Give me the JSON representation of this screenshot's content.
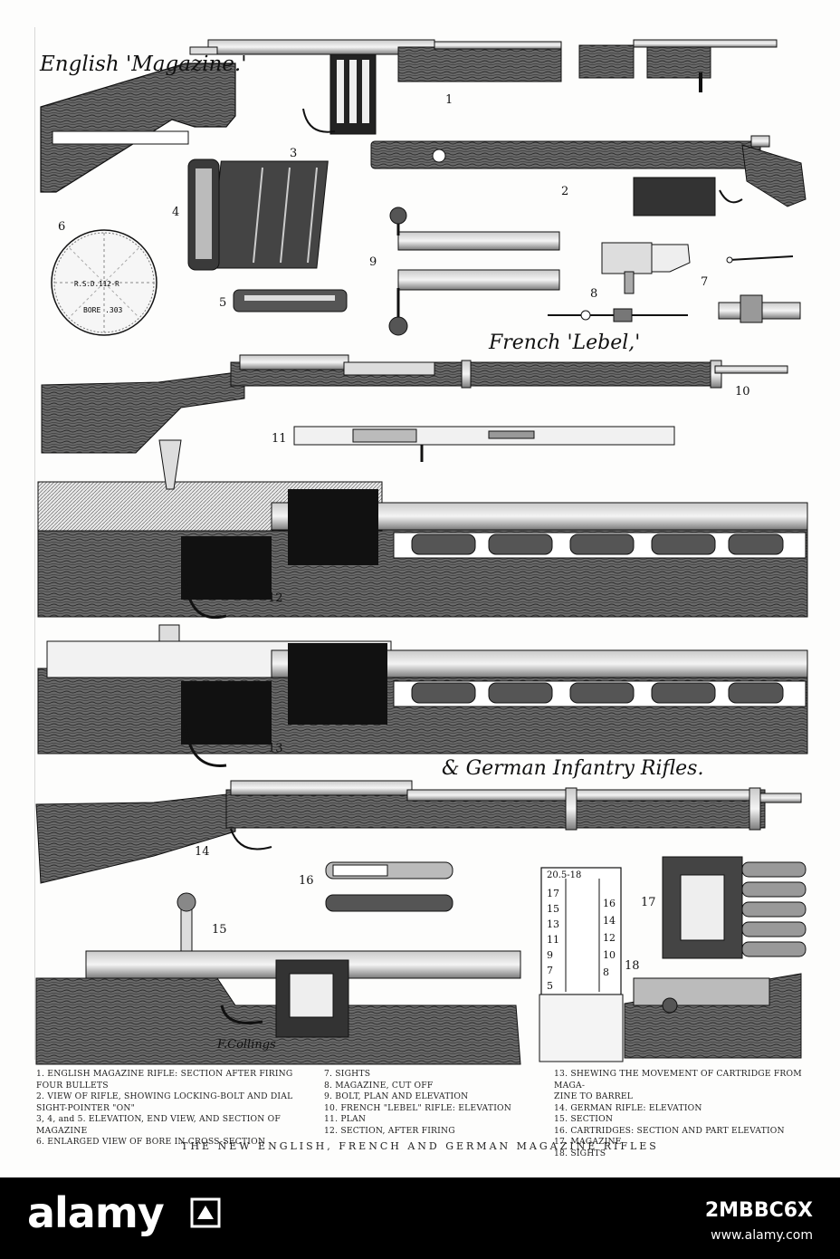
{
  "titles": {
    "english": "English 'Magazine.'",
    "french": "French 'Lebel,'",
    "german": "& German Infantry Rifles."
  },
  "figure_numbers": [
    "1",
    "2",
    "3",
    "4",
    "5",
    "6",
    "7",
    "8",
    "9",
    "10",
    "11",
    "12",
    "13",
    "14",
    "15",
    "16",
    "17",
    "18"
  ],
  "bore_labels": {
    "top": "R.S.D.112-R",
    "bottom": "BORE .303"
  },
  "sight_scale": {
    "top": "20.5-18",
    "left": [
      "17",
      "15",
      "13",
      "11",
      "9",
      "7",
      "5"
    ],
    "right": [
      "16",
      "14",
      "12",
      "10",
      "8"
    ]
  },
  "signature": "F.Collings",
  "captions": {
    "col1": [
      "1. ENGLISH MAGAZINE RIFLE: SECTION AFTER FIRING\n    FOUR BULLETS",
      "2. VIEW OF RIFLE, SHOWING LOCKING-BOLT AND DIAL\n    SIGHT-POINTER \"ON\"",
      "3, 4, and 5. ELEVATION, END VIEW, AND SECTION OF\n    MAGAZINE",
      "6. ENLARGED VIEW OF BORE IN CROSS-SECTION"
    ],
    "col2": [
      "7. SIGHTS",
      "8. MAGAZINE, CUT OFF",
      "9. BOLT, PLAN AND ELEVATION",
      "10. FRENCH \"LEBEL\" RIFLE: ELEVATION",
      "11. PLAN",
      "12. SECTION, AFTER FIRING"
    ],
    "col3": [
      "13. SHEWING THE MOVEMENT OF CARTRIDGE FROM MAGA-\n     ZINE TO BARREL",
      "14. GERMAN RIFLE: ELEVATION",
      "15. SECTION",
      "16. CARTRIDGES: SECTION AND PART ELEVATION",
      "17. MAGAZINE",
      "18. SIGHTS"
    ]
  },
  "plate_title": "THE NEW ENGLISH, FRENCH AND GERMAN MAGAZINE RIFLES",
  "footer": {
    "brand": "alamy",
    "image_id": "2MBBC6X",
    "url": "www.alamy.com"
  },
  "colors": {
    "ink": "#111111",
    "paper": "#fdfdfc",
    "wood": "#5a5a5a",
    "footer": "#000000"
  }
}
